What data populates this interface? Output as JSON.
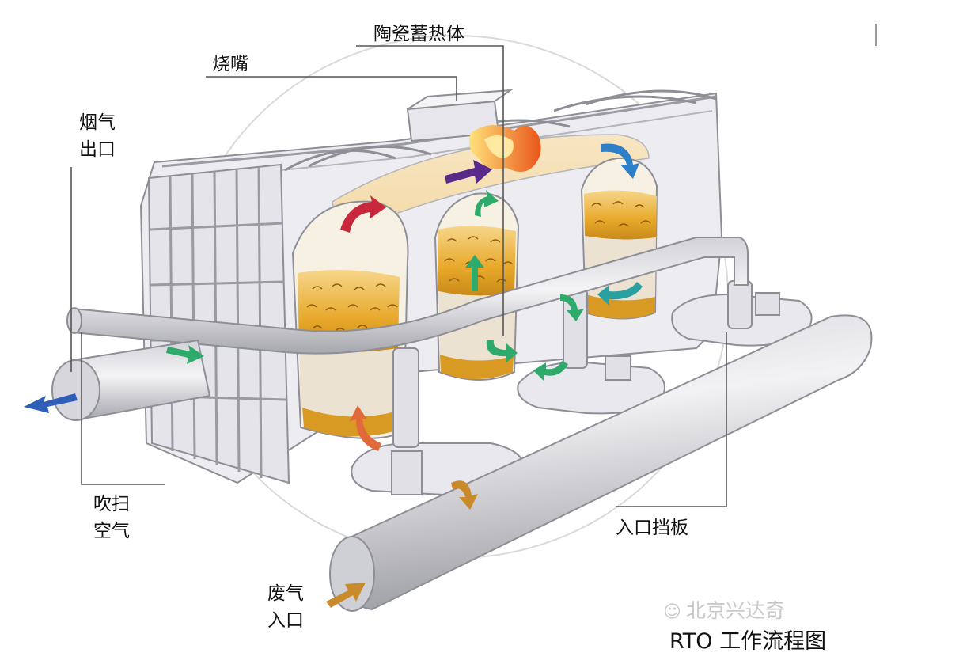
{
  "labels": {
    "ceramic_media": "陶瓷蓄热体",
    "burner": "烧嘴",
    "flue_outlet_line1": "烟气",
    "flue_outlet_line2": "出口",
    "purge_air_line1": "吹扫",
    "purge_air_line2": "空气",
    "inlet_damper": "入口挡板",
    "waste_inlet_line1": "废气",
    "waste_inlet_line2": "入口"
  },
  "caption": "RTO 工作流程图",
  "watermark": "北京兴达奇",
  "colors": {
    "vessel": "#ececf0",
    "vessel_edge": "#9a9aa2",
    "media_gold": "#e8a82a",
    "media_light": "#f5dfaa",
    "gravel": "#e6dccb",
    "arrow_green": "#2eaa6a",
    "arrow_purple": "#5a2a8a",
    "arrow_red": "#c8283c",
    "arrow_blue": "#2e7ec8",
    "arrow_teal": "#2aa0a0",
    "arrow_orange": "#e06a3a",
    "arrow_tan": "#c88a2a",
    "flame": "#f08a2a"
  },
  "icons": [
    "flame-icon",
    "wechat-icon"
  ]
}
